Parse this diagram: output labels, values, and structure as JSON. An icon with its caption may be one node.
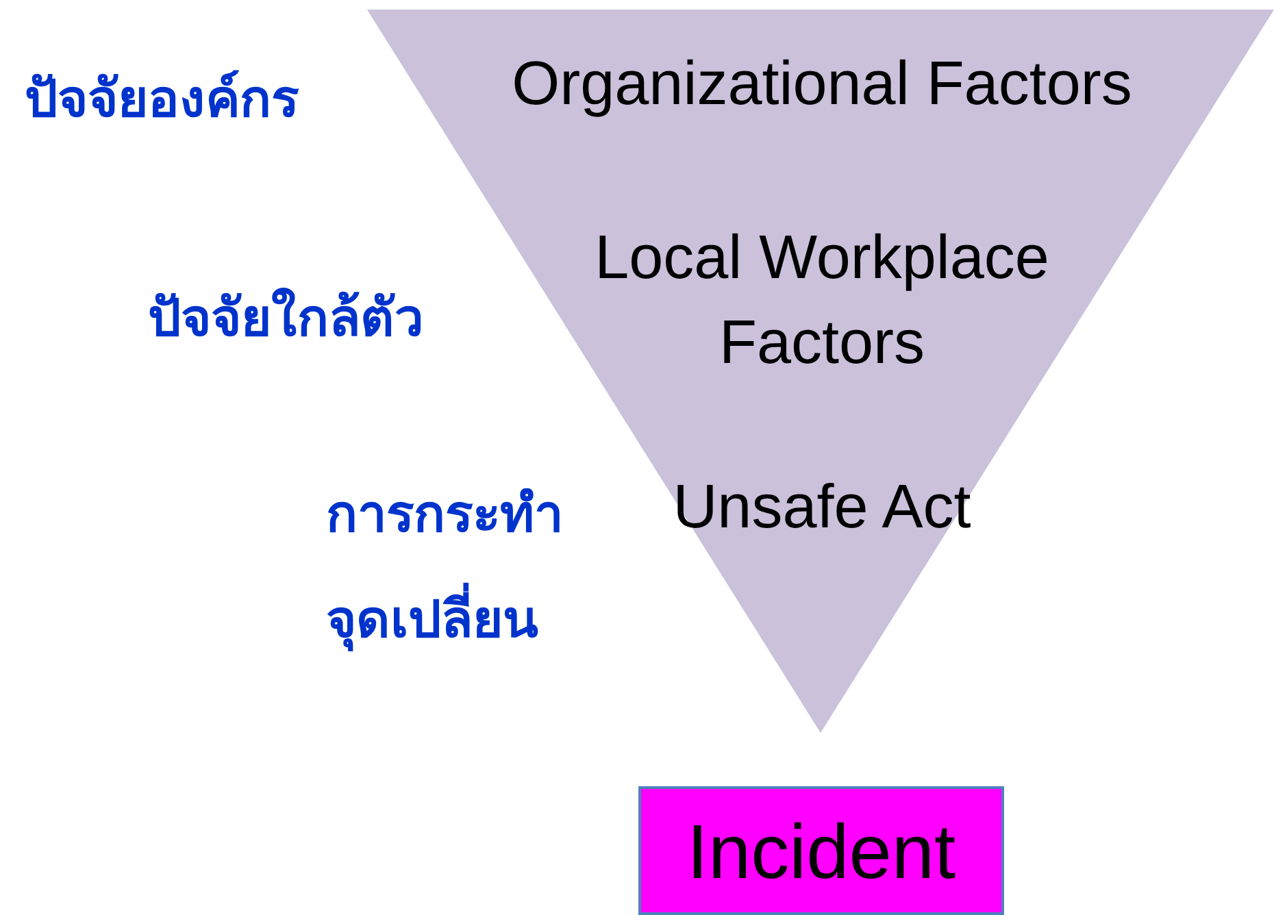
{
  "diagram": {
    "nodes": [
      {
        "text": [
          "Organizational Factors",
          "Local Workplace Factors",
          "Unsafe Act"
        ]
      },
      {
        "text": [
          "Incident"
        ]
      }
    ],
    "labels": [
      "ปัจจัยองค์กร",
      "ปัจจัยใกล้ตัว",
      "การกระทำ",
      "จุดเปลี่ยน"
    ]
  }
}
